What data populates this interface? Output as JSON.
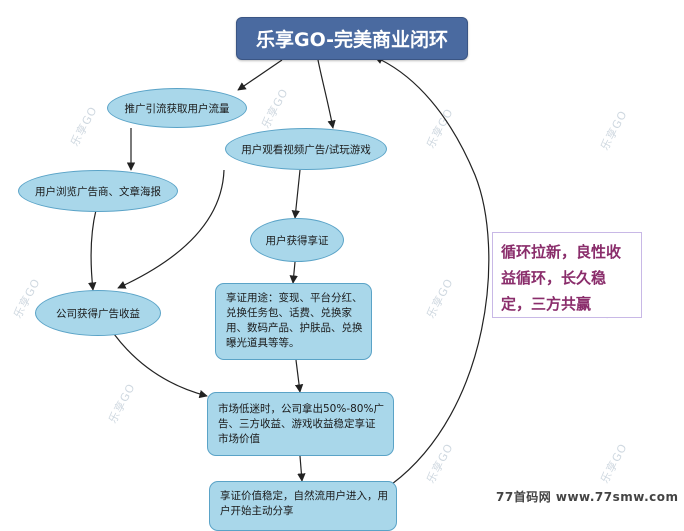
{
  "diagram": {
    "title": "乐享GO-完美商业闭环",
    "nodes": {
      "n_traffic": "推广引流获取用户流量",
      "n_watch": "用户观看视频广告/试玩游戏",
      "n_browse": "用户浏览广告商、文章海报",
      "n_earn_coupon": "用户获得享证",
      "n_company": "公司获得广告收益",
      "n_usage": "享证用途：变现、平台分红、兑换任务包、话费、兑换家用、数码产品、护肤品、兑换曝光道具等等。",
      "n_market": "市场低迷时，公司拿出50%-80%广告、三方收益、游戏收益稳定享证市场价值",
      "n_stable": "享证价值稳定，自然流用户进入，用户开始主动分享"
    },
    "note": "循环拉新，良性收益循环，长久稳定，三方共赢",
    "colors": {
      "title_bg": "#4a6aa0",
      "node_fill": "#a9d7ea",
      "node_border": "#5aa3c7",
      "note_text": "#8a2d6b"
    }
  },
  "watermark": {
    "text": "乐享GO"
  },
  "footer": {
    "site": "77首码网 www.77smw.com"
  }
}
